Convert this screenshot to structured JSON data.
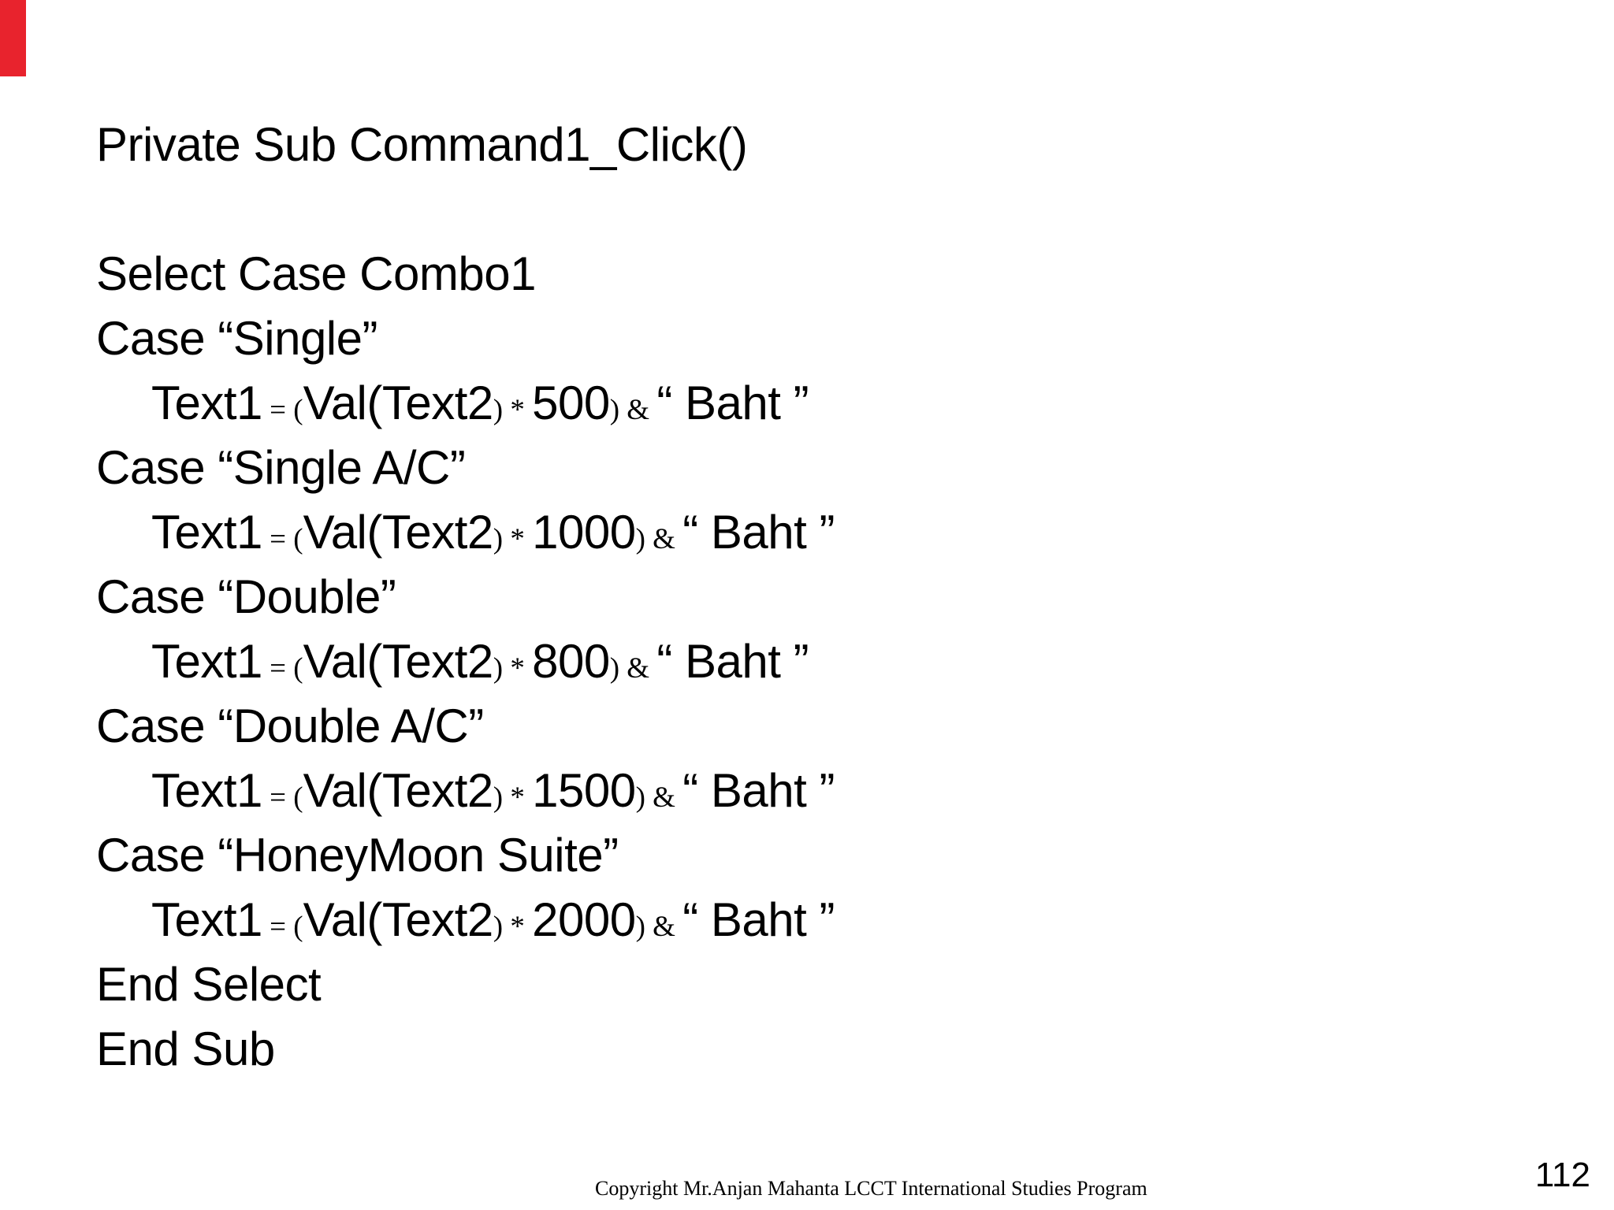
{
  "slide": {
    "code_lines": [
      {
        "text": "Private Sub Command1_Click()"
      },
      {
        "blank": true
      },
      {
        "text": "Select Case Combo1"
      },
      {
        "text": "Case “Single”"
      },
      {
        "indent": true,
        "segments": [
          {
            "s": "big",
            "t": "Text1"
          },
          {
            "s": "small",
            "t": " = ("
          },
          {
            "s": "big",
            "t": "Val(Text2"
          },
          {
            "s": "small",
            "t": ") * "
          },
          {
            "s": "big",
            "t": "500"
          },
          {
            "s": "small",
            "t": ") & "
          },
          {
            "s": "big",
            "t": "“ Baht ”"
          }
        ]
      },
      {
        "text": "Case “Single A/C”"
      },
      {
        "indent": true,
        "segments": [
          {
            "s": "big",
            "t": "Text1"
          },
          {
            "s": "small",
            "t": " = ("
          },
          {
            "s": "big",
            "t": "Val(Text2"
          },
          {
            "s": "small",
            "t": ") * "
          },
          {
            "s": "big",
            "t": "1000"
          },
          {
            "s": "small",
            "t": ") & "
          },
          {
            "s": "big",
            "t": "“ Baht ”"
          }
        ]
      },
      {
        "text": "Case “Double”"
      },
      {
        "indent": true,
        "segments": [
          {
            "s": "big",
            "t": "Text1"
          },
          {
            "s": "small",
            "t": " = ("
          },
          {
            "s": "big",
            "t": "Val(Text2"
          },
          {
            "s": "small",
            "t": ") * "
          },
          {
            "s": "big",
            "t": "800"
          },
          {
            "s": "small",
            "t": ") & "
          },
          {
            "s": "big",
            "t": "“ Baht ”"
          }
        ]
      },
      {
        "text": "Case “Double A/C”"
      },
      {
        "indent": true,
        "segments": [
          {
            "s": "big",
            "t": "Text1"
          },
          {
            "s": "small",
            "t": " = ("
          },
          {
            "s": "big",
            "t": "Val(Text2"
          },
          {
            "s": "small",
            "t": ") * "
          },
          {
            "s": "big",
            "t": "1500"
          },
          {
            "s": "small",
            "t": ") & "
          },
          {
            "s": "big",
            "t": "“ Baht ”"
          }
        ]
      },
      {
        "text": "Case “HoneyMoon Suite”"
      },
      {
        "indent": true,
        "segments": [
          {
            "s": "big",
            "t": "Text1"
          },
          {
            "s": "small",
            "t": " = ("
          },
          {
            "s": "big",
            "t": "Val(Text2"
          },
          {
            "s": "small",
            "t": ") * "
          },
          {
            "s": "big",
            "t": "2000"
          },
          {
            "s": "small",
            "t": ") & "
          },
          {
            "s": "big",
            "t": "“ Baht ”"
          }
        ]
      },
      {
        "text": "End Select"
      },
      {
        "text": "End Sub"
      }
    ]
  },
  "footer": {
    "copyright": "Copyright Mr.Anjan Mahanta LCCT International Studies Program",
    "page_number": "112"
  },
  "decor": {
    "red_bar_color": "#e8232d"
  },
  "colors": {
    "background": "#ffffff",
    "text": "#000000"
  }
}
